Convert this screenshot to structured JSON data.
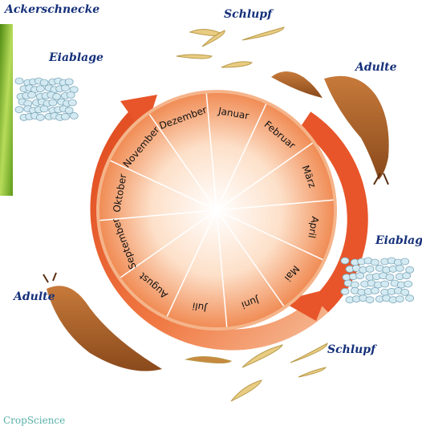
{
  "title": "Ackerschnecke",
  "months": [
    "Januar",
    "Februar",
    "März",
    "April",
    "Mai",
    "Juni",
    "Juli",
    "August",
    "September",
    "Oktober",
    "November",
    "Dezember"
  ],
  "stage_labels": {
    "schlupf_top": "Schlupf",
    "adulte_right": "Adulte",
    "eiablage_right": "Eiablage",
    "schlupf_bottom": "Schlupf",
    "adulte_left": "Adulte",
    "eiablage_left": "Eiablage"
  },
  "brand": "CropScience",
  "colors": {
    "ring_outer": "#e8552a",
    "ring_inner": "#f4a273",
    "wheel_center": "#ffffff",
    "wheel_edge": "#f18c58",
    "label_blue": "#15307a",
    "slug_body": "#b0652a",
    "hatchling": "#e5c87a",
    "eggs": "#cfe6ef"
  }
}
